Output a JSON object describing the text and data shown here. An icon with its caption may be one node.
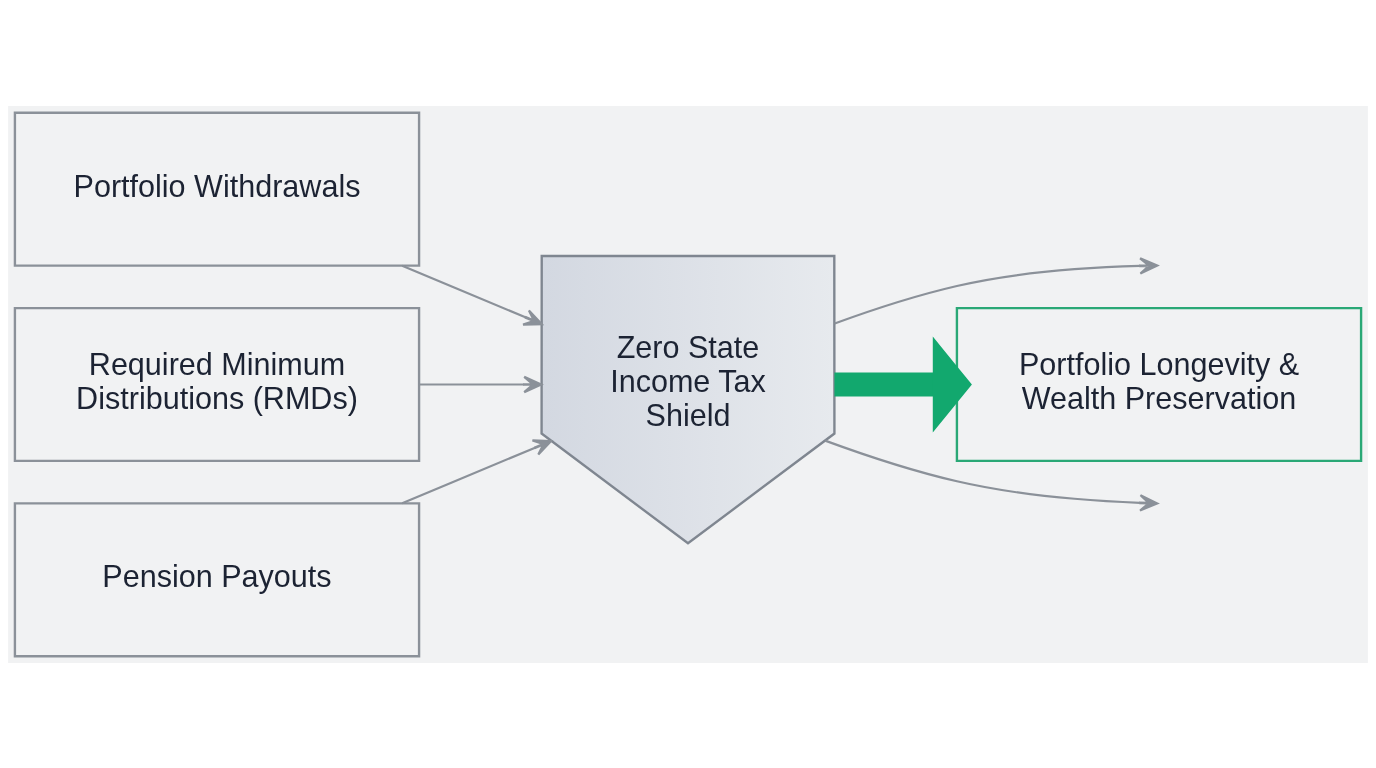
{
  "diagram": {
    "nodes": [
      {
        "text": [
          "Portfolio Withdrawals"
        ]
      },
      {
        "text": [
          "Required Minimum Distributions (RMDs)"
        ]
      },
      {
        "text": [
          "Pension Payouts"
        ]
      },
      {
        "text": [
          "Zero State Income Tax Shield"
        ]
      },
      {
        "text": [
          "Portfolio Longevity & Wealth Preservation"
        ]
      }
    ],
    "edges": [
      {
        "from": 0,
        "to": 3,
        "arrow": "to"
      },
      {
        "from": 1,
        "to": 3,
        "arrow": "to"
      },
      {
        "from": 2,
        "to": 3,
        "arrow": "to"
      },
      {
        "from": 3,
        "to": null,
        "arrow": "to"
      },
      {
        "from": 3,
        "to": 4,
        "arrow": "to",
        "style": "thick",
        "color": "#12a86e"
      },
      {
        "from": 3,
        "to": null,
        "arrow": "to"
      }
    ]
  }
}
